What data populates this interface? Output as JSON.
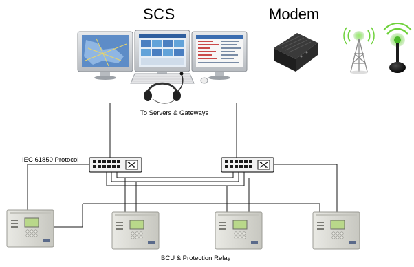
{
  "labels": {
    "scs": "SCS",
    "modem": "Modem",
    "servers": "To Servers & Gateways",
    "protocol": "IEC 61850 Protocol",
    "relays": "BCU & Protection Relay"
  },
  "icons": [
    "monitor-icon",
    "keyboard-icon",
    "mouse-icon",
    "headset-icon",
    "modem-icon",
    "antenna-tower-icon",
    "joystick-icon",
    "network-switch-icon",
    "relay-device-icon"
  ],
  "colors": {
    "line": "#1a1a1a",
    "monitor_frame": "#c9ccd0",
    "screen_blue": "#3d6fb5",
    "switch_body": "#f2f2f2",
    "relay_body": "#dcdcd6",
    "relay_lcd": "#b9d88a",
    "antenna_green": "#6fd23c"
  }
}
